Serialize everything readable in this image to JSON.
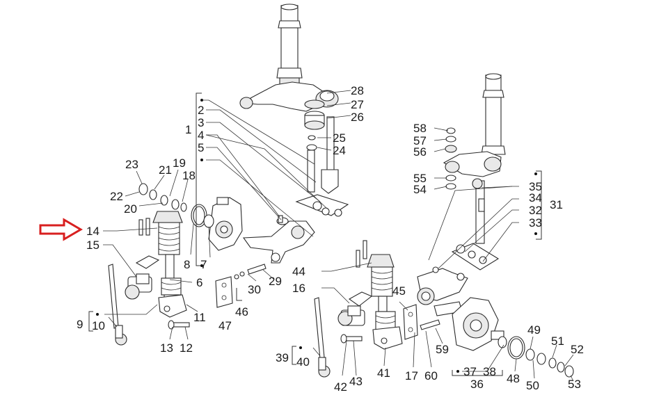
{
  "diagram": {
    "labels": {
      "l1": "1",
      "l2": "2",
      "l3": "3",
      "l4": "4",
      "l5": "5",
      "l6": "6",
      "l7": "7",
      "l8": "8",
      "l9": "9",
      "l10": "10",
      "l11": "11",
      "l12": "12",
      "l13": "13",
      "l14": "14",
      "l15": "15",
      "l16": "16",
      "l17": "17",
      "l18": "18",
      "l19": "19",
      "l20": "20",
      "l21": "21",
      "l22": "22",
      "l23": "23",
      "l24": "24",
      "l25": "25",
      "l26": "26",
      "l27": "27",
      "l28": "28",
      "l29": "29",
      "l30": "30",
      "l31": "31",
      "l32": "32",
      "l33": "33",
      "l34": "34",
      "l35": "35",
      "l36": "36",
      "l37": "37",
      "l38": "38",
      "l39": "39",
      "l40": "40",
      "l41": "41",
      "l42": "42",
      "l43": "43",
      "l44": "44",
      "l45": "45",
      "l46": "46",
      "l47": "47",
      "l48": "48",
      "l49": "49",
      "l50": "50",
      "l51": "51",
      "l52": "52",
      "l53": "53",
      "l54": "54",
      "l55": "55",
      "l56": "56",
      "l57": "57",
      "l58": "58",
      "l59": "59",
      "l60": "60"
    },
    "highlight_arrow_color": "#d81f1f"
  }
}
